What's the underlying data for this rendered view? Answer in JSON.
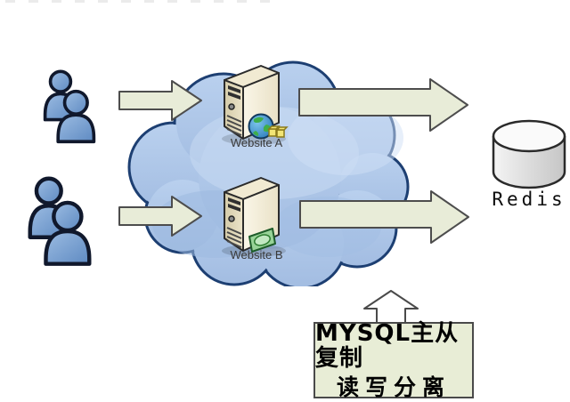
{
  "diagram": {
    "nodes": {
      "users_top": {
        "icon": "users-icon"
      },
      "users_bottom": {
        "icon": "users-icon"
      },
      "website_a": {
        "label": "Website A",
        "icon": "server-tower-icon",
        "overlay_icon": "globe-packages-icon"
      },
      "website_b": {
        "label": "Website B",
        "icon": "server-tower-icon",
        "overlay_icon": "money-bill-icon"
      },
      "redis": {
        "label": "Redis",
        "icon": "database-cylinder-icon"
      }
    },
    "cloud": {
      "icon": "cloud-shape"
    },
    "arrows": {
      "users_to_a": "right-block-arrow",
      "users_to_b": "right-block-arrow",
      "a_to_redis": "right-block-arrow",
      "b_to_redis": "right-block-arrow",
      "callout_up": "up-block-arrow"
    },
    "callout": {
      "line1": "MYSQL主从复制",
      "line2": "读写分离"
    },
    "colors": {
      "cloud_fill": "#aec8ea",
      "cloud_stroke": "#1d3f72",
      "arrow_fill": "#e8ecd8",
      "arrow_stroke": "#4d4d4d",
      "callout_fill": "#e8edd6",
      "people_fill": "#6f9ccd",
      "people_stroke": "#10182c",
      "server_front": "#e0d8bc",
      "server_side": "#f7f2e0",
      "redis_fill": "#e9e9e9",
      "label_text": "#3a3a3a"
    }
  }
}
